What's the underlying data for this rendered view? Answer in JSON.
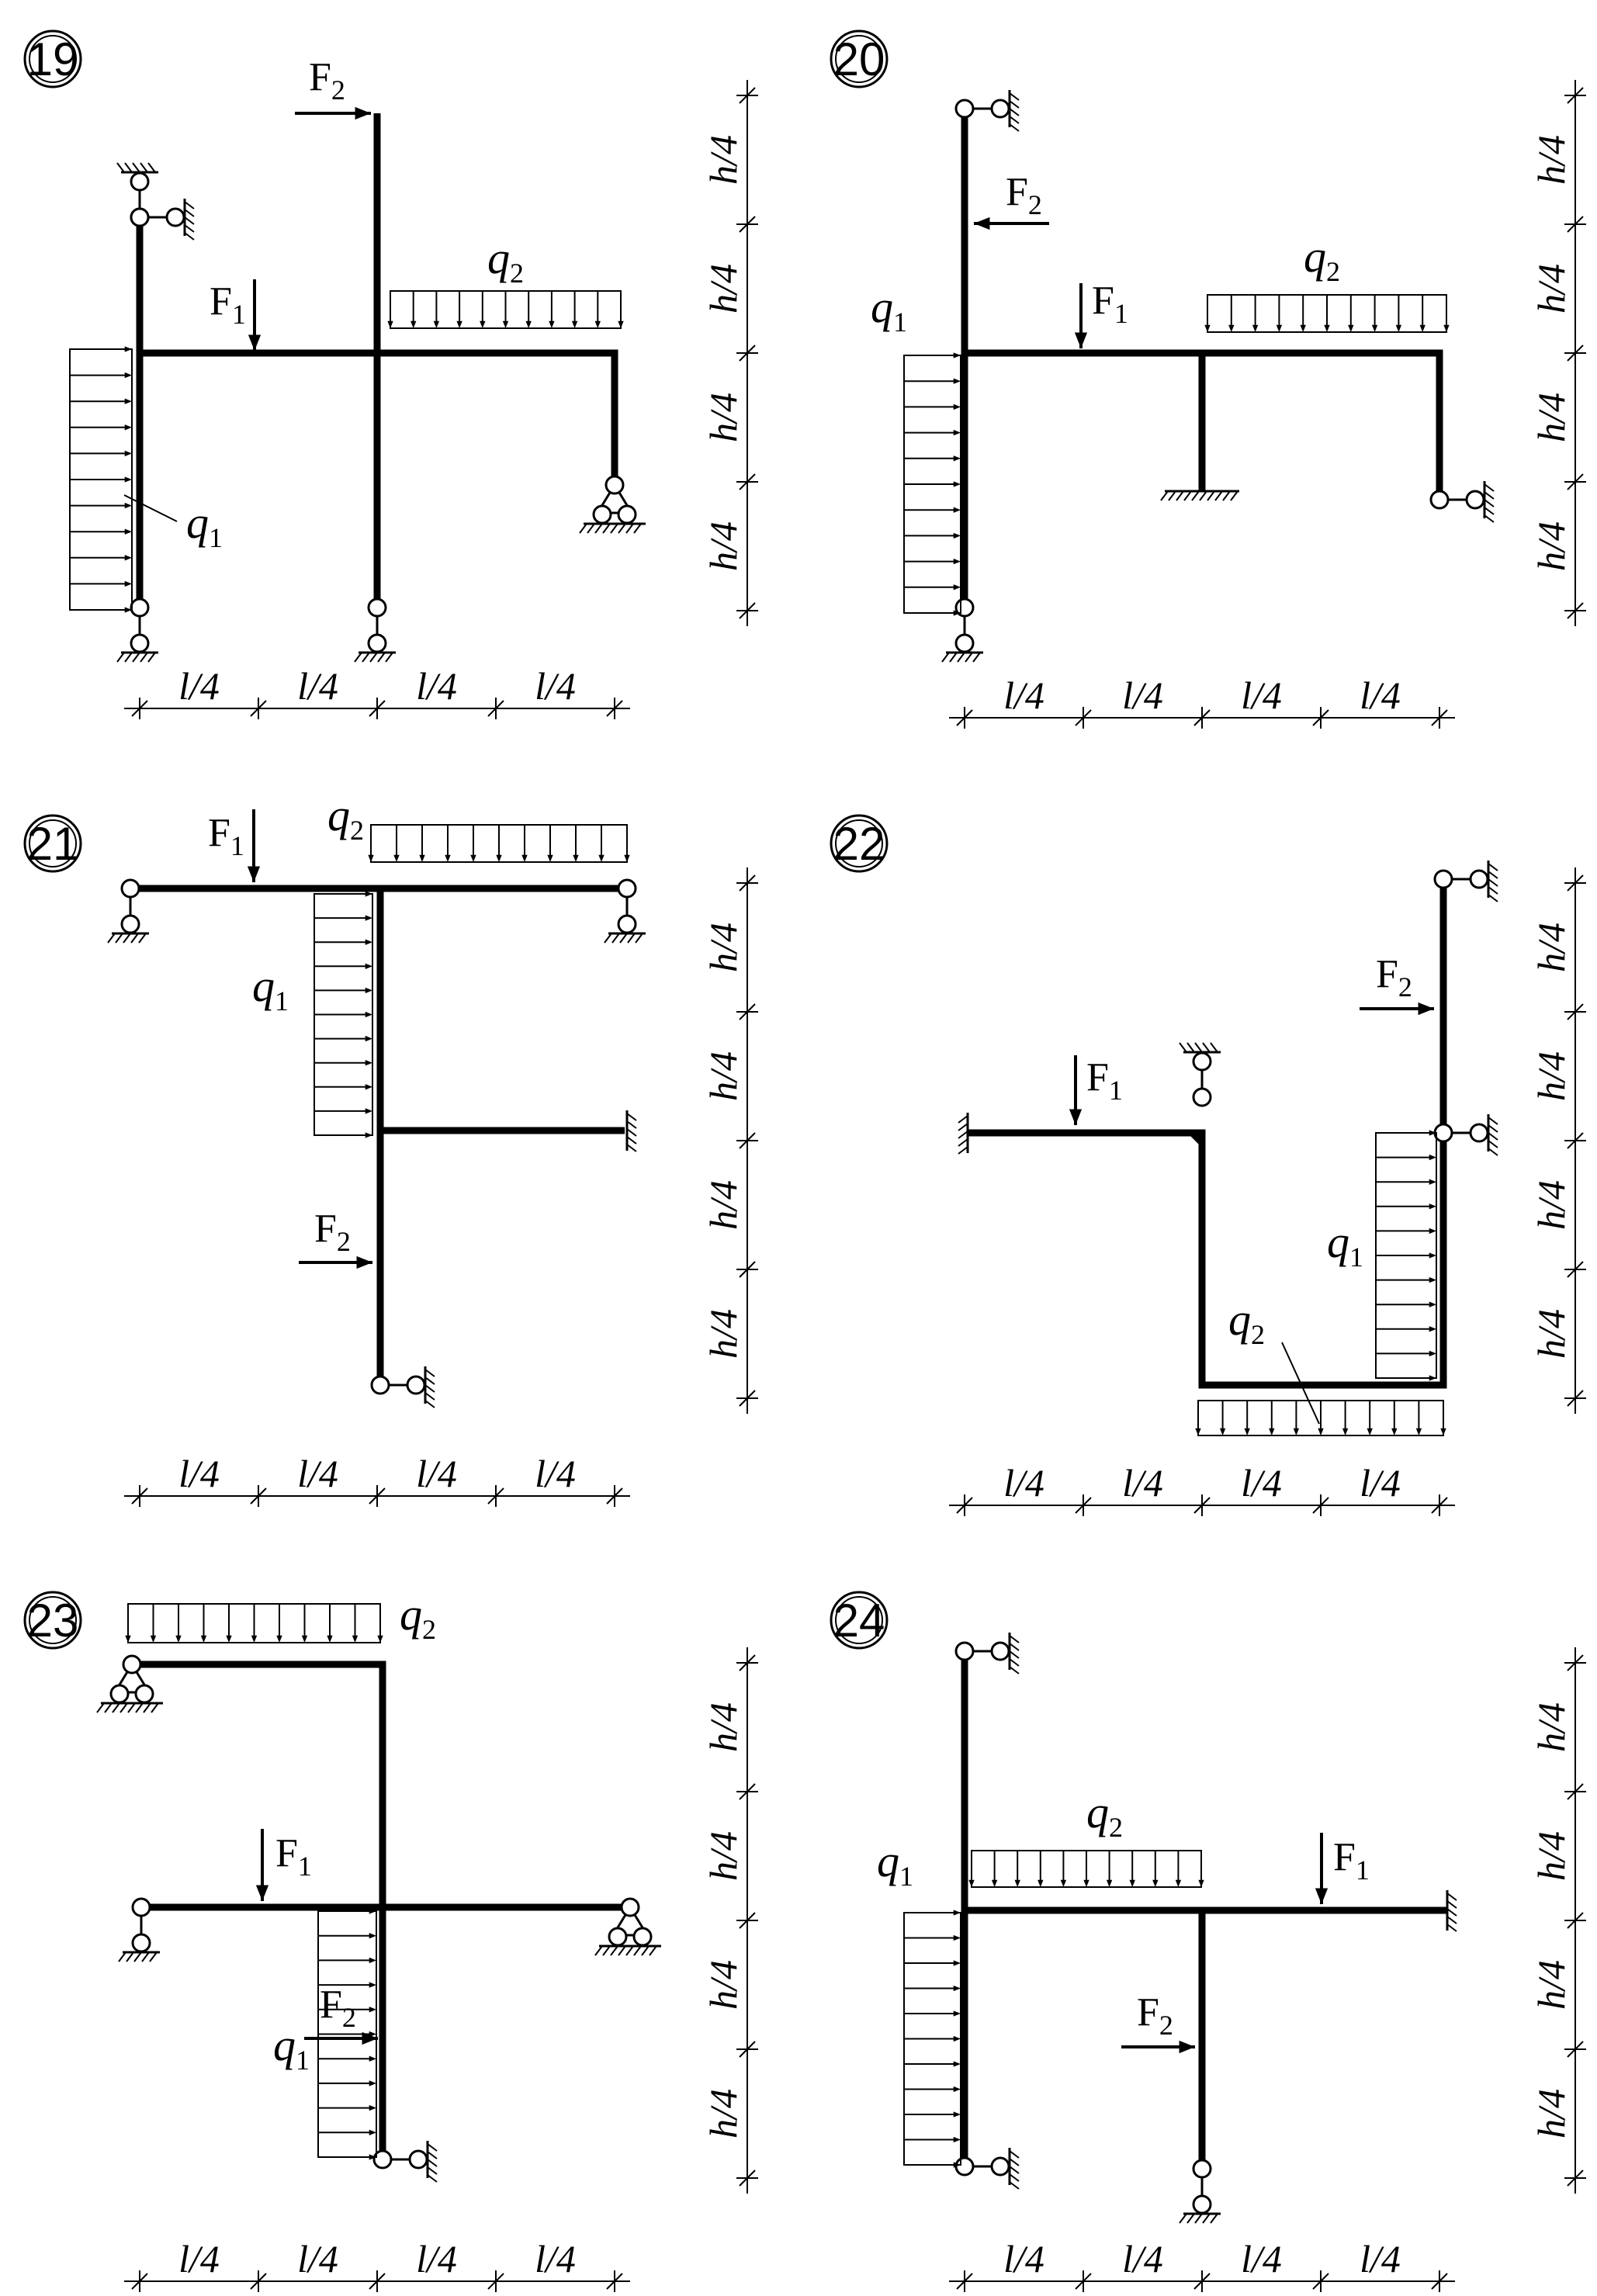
{
  "sheet": {
    "dimensions": {
      "horizontal": "l/4",
      "vertical": "h/4"
    },
    "problems": [
      {
        "number": "19",
        "loads": {
          "F1": "F",
          "F1_sub": "1",
          "F2": "F",
          "F2_sub": "2",
          "q1": "q",
          "q1_sub": "1",
          "q2": "q",
          "q2_sub": "2"
        }
      },
      {
        "number": "20",
        "loads": {
          "F1": "F",
          "F1_sub": "1",
          "F2": "F",
          "F2_sub": "2",
          "q1": "q",
          "q1_sub": "1",
          "q2": "q",
          "q2_sub": "2"
        }
      },
      {
        "number": "21",
        "loads": {
          "F1": "F",
          "F1_sub": "1",
          "F2": "F",
          "F2_sub": "2",
          "q1": "q",
          "q1_sub": "1",
          "q2": "q",
          "q2_sub": "2"
        }
      },
      {
        "number": "22",
        "loads": {
          "F1": "F",
          "F1_sub": "1",
          "F2": "F",
          "F2_sub": "2",
          "q1": "q",
          "q1_sub": "1",
          "q2": "q",
          "q2_sub": "2"
        }
      },
      {
        "number": "23",
        "loads": {
          "F1": "F",
          "F1_sub": "1",
          "F2": "F",
          "F2_sub": "2",
          "q1": "q",
          "q1_sub": "1",
          "q2": "q",
          "q2_sub": "2"
        }
      },
      {
        "number": "24",
        "loads": {
          "F1": "F",
          "F1_sub": "1",
          "F2": "F",
          "F2_sub": "2",
          "q1": "q",
          "q1_sub": "1",
          "q2": "q",
          "q2_sub": "2"
        }
      }
    ]
  }
}
